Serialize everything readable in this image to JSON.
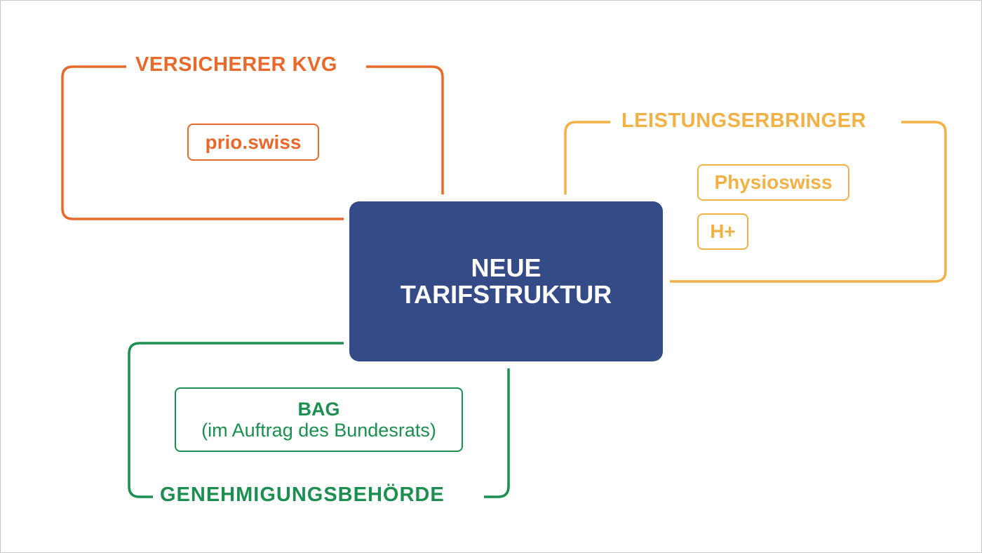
{
  "colors": {
    "orange": "#e8692a",
    "yellow": "#f2b145",
    "green": "#1b8f4f",
    "blue": "#344b87"
  },
  "center": {
    "line1": "NEUE",
    "line2": "TARIFSTRUKTUR"
  },
  "insurers": {
    "title": "VERSICHERER KVG",
    "items": [
      "prio.swiss"
    ]
  },
  "providers": {
    "title": "LEISTUNGSERBRINGER",
    "items": [
      "Physioswiss",
      "H+"
    ]
  },
  "authority": {
    "title": "GENEHMIGUNGSBEHÖRDE",
    "item_title": "BAG",
    "item_subtitle": "(im Auftrag des Bundesrats)"
  }
}
